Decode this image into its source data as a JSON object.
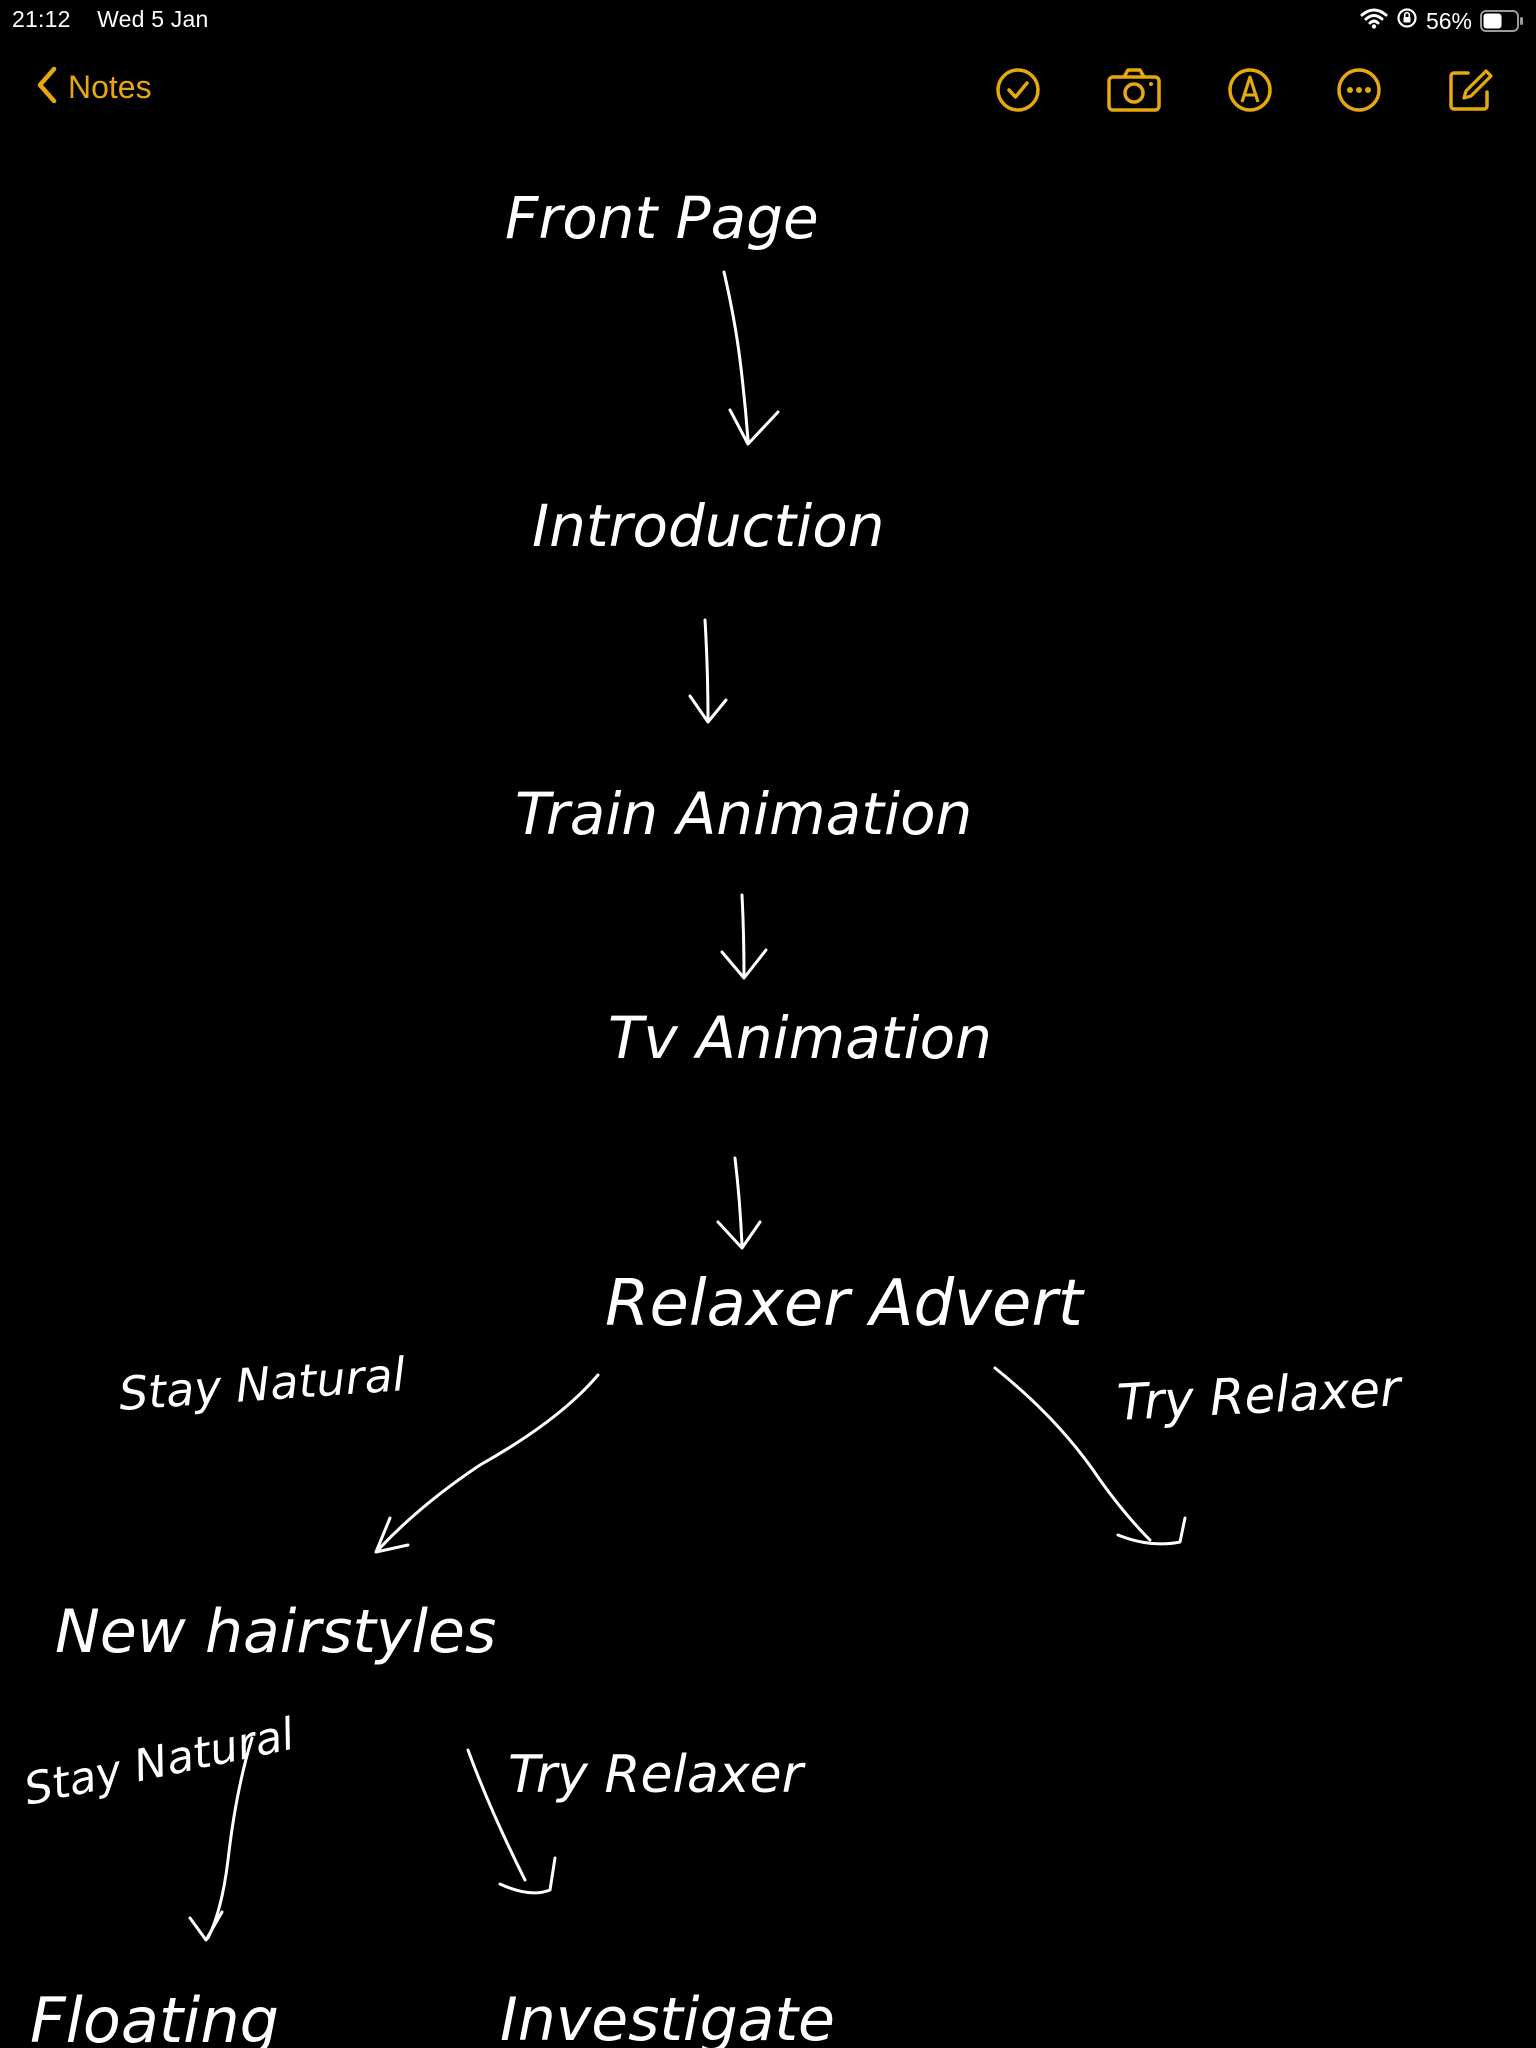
{
  "status_bar": {
    "time": "21:12",
    "date": "Wed 5 Jan",
    "battery_percent": "56%",
    "battery_level": 0.56
  },
  "toolbar": {
    "back_label": "Notes",
    "accent_color": "#e6a80e",
    "icons": [
      "checklist-icon",
      "camera-icon",
      "markup-icon",
      "more-icon",
      "compose-icon"
    ]
  },
  "note": {
    "nodes": {
      "front_page": "Front Page",
      "introduction": "Introduction",
      "train_animation": "Train Animation",
      "tv_animation": "Tv Animation",
      "relaxer_advert": "Relaxer Advert",
      "new_hairstyles": "New hairstyles",
      "floating": "Floating",
      "investigate": "Investigate"
    },
    "edge_labels": {
      "stay_natural_left": "Stay Natural",
      "try_relaxer_right": "Try Relaxer",
      "stay_natural_lower": "Stay Natural",
      "try_relaxer_lower": "Try Relaxer"
    }
  }
}
